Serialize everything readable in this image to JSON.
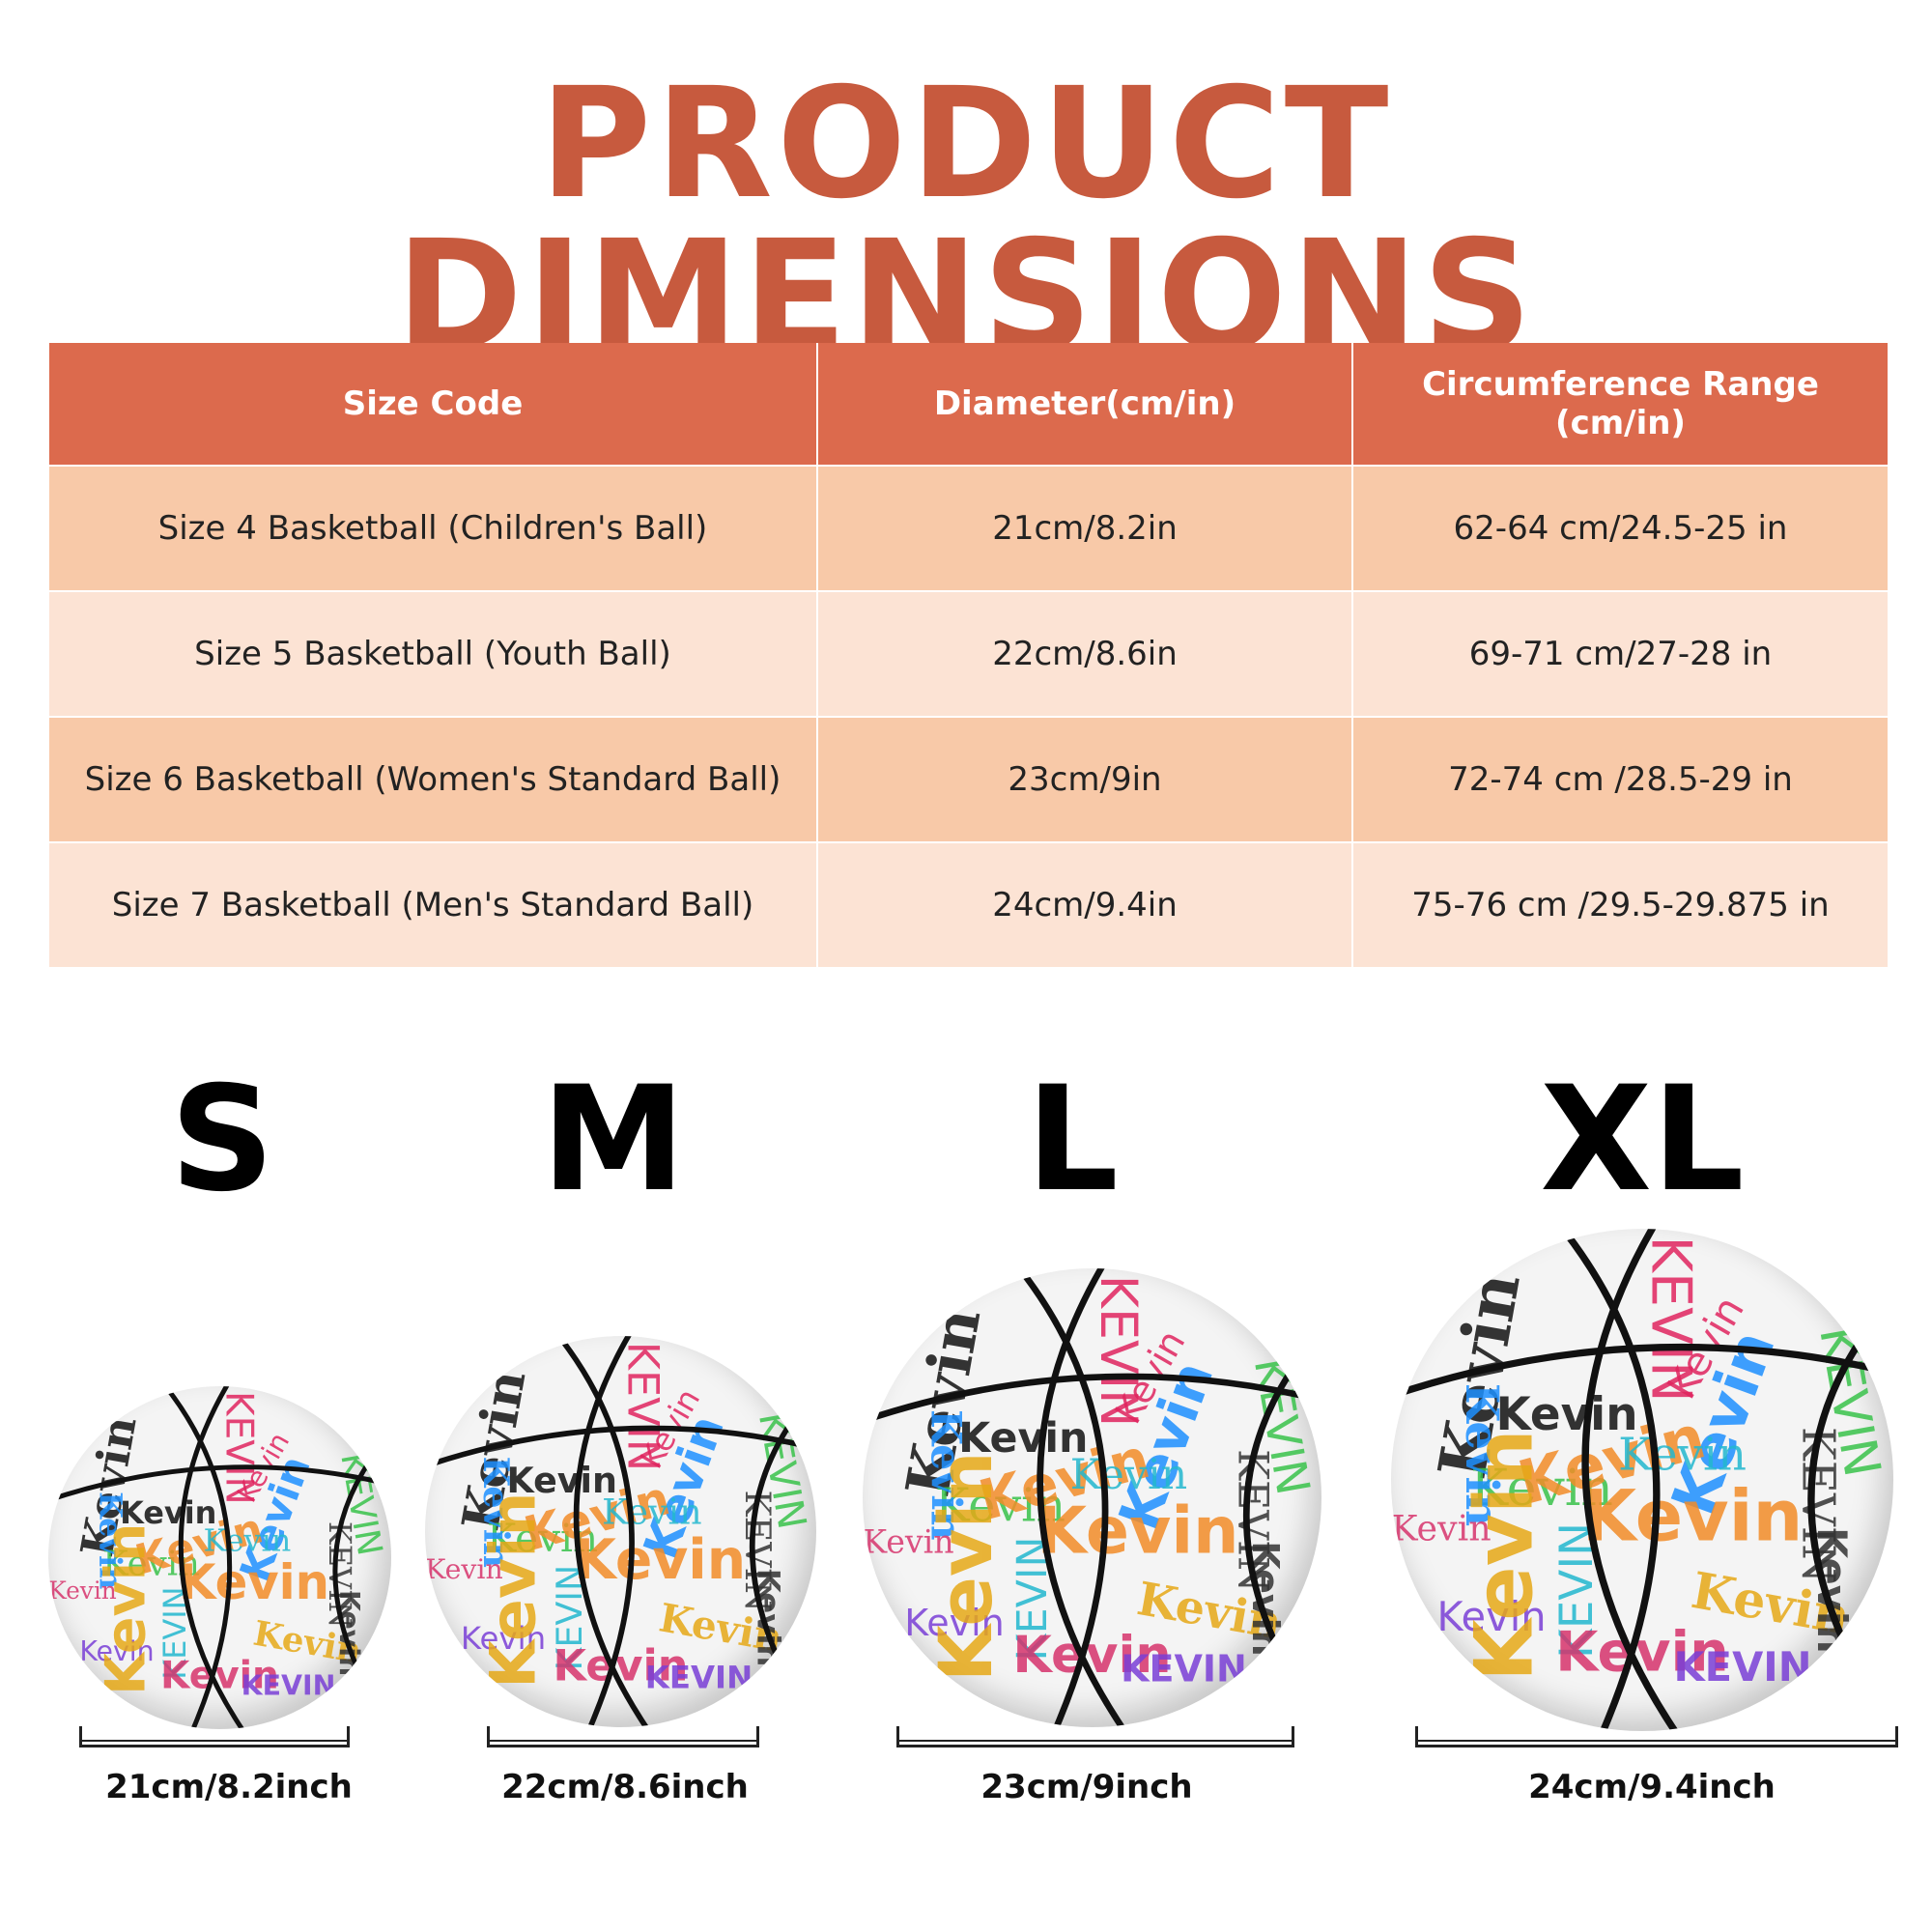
{
  "title": "PRODUCT DIMENSIONS",
  "table": {
    "headers": [
      "Size Code",
      "Diameter(cm/in)",
      "Circumference Range (cm/in)"
    ],
    "rows": [
      [
        "Size 4 Basketball (Children's Ball)",
        "21cm/8.2in",
        "62-64 cm/24.5-25 in"
      ],
      [
        "Size 5 Basketball (Youth Ball)",
        "22cm/8.6in",
        "69-71 cm/27-28 in"
      ],
      [
        "Size 6 Basketball (Women's Standard Ball)",
        "23cm/9in",
        "72-74 cm /28.5-29 in"
      ],
      [
        "Size 7 Basketball (Men's Standard Ball)",
        "24cm/9.4in",
        "75-76 cm /29.5-29.875 in"
      ]
    ]
  },
  "sizes": [
    {
      "letter": "S",
      "label": "21cm/8.2inch"
    },
    {
      "letter": "M",
      "label": "22cm/8.6inch"
    },
    {
      "letter": "L",
      "label": "23cm/9inch"
    },
    {
      "letter": "XL",
      "label": "24cm/9.4inch"
    }
  ],
  "colors": {
    "title": "#c75a3e",
    "header_bg": "#dc6a4d",
    "row_odd": "#f8c9a8",
    "row_even": "#fce3d4"
  },
  "ball_print_text": "Kevin"
}
